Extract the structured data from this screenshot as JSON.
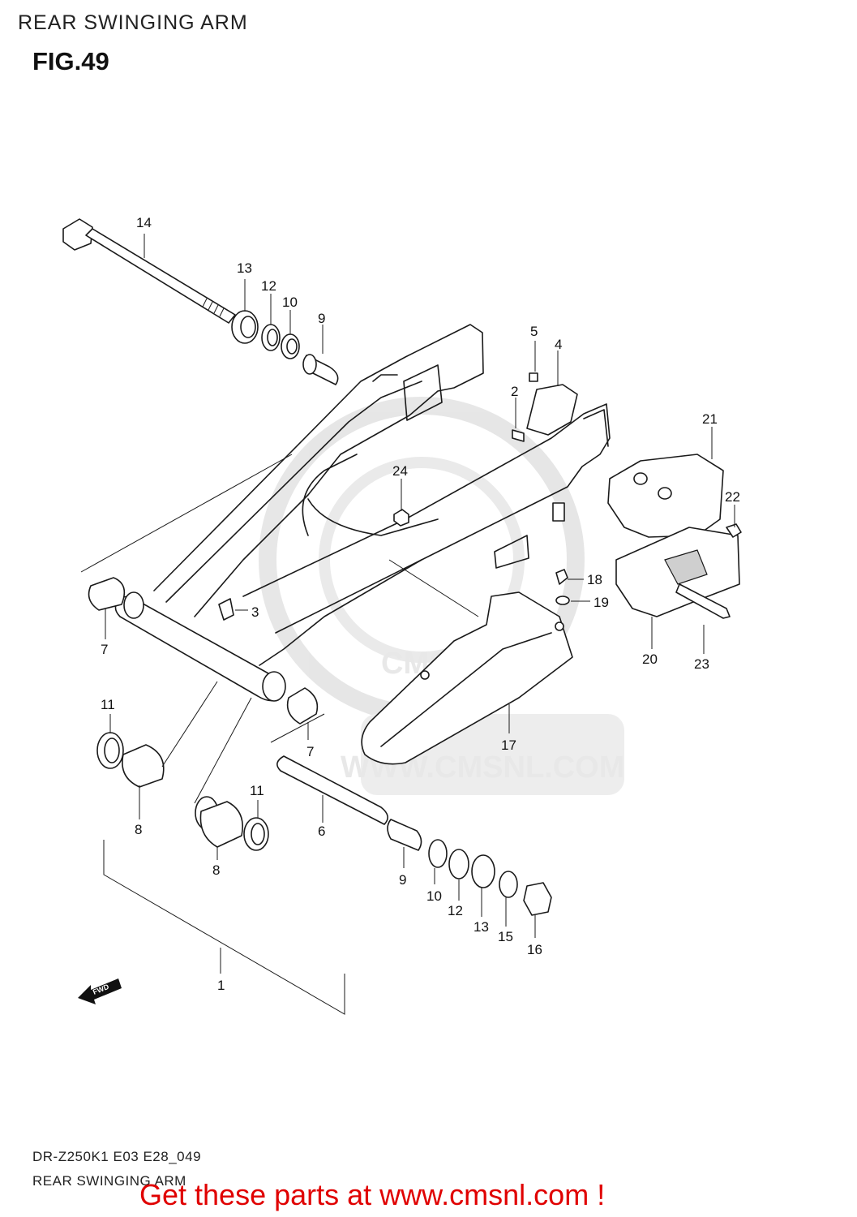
{
  "header": {
    "title": "REAR SWINGING ARM",
    "figure": "FIG.49"
  },
  "watermark": {
    "text": "WWW.CMSNL.COM",
    "logo_text": "CMS"
  },
  "fwd_arrow": {
    "label": "FWD"
  },
  "callouts": [
    {
      "id": "c1",
      "label": "1"
    },
    {
      "id": "c2",
      "label": "2"
    },
    {
      "id": "c3",
      "label": "3"
    },
    {
      "id": "c4",
      "label": "4"
    },
    {
      "id": "c5",
      "label": "5"
    },
    {
      "id": "c6",
      "label": "6"
    },
    {
      "id": "c7a",
      "label": "7"
    },
    {
      "id": "c7b",
      "label": "7"
    },
    {
      "id": "c8a",
      "label": "8"
    },
    {
      "id": "c8b",
      "label": "8"
    },
    {
      "id": "c9a",
      "label": "9"
    },
    {
      "id": "c9b",
      "label": "9"
    },
    {
      "id": "c10a",
      "label": "10"
    },
    {
      "id": "c10b",
      "label": "10"
    },
    {
      "id": "c11a",
      "label": "11"
    },
    {
      "id": "c11b",
      "label": "11"
    },
    {
      "id": "c12a",
      "label": "12"
    },
    {
      "id": "c12b",
      "label": "12"
    },
    {
      "id": "c13a",
      "label": "13"
    },
    {
      "id": "c13b",
      "label": "13"
    },
    {
      "id": "c14",
      "label": "14"
    },
    {
      "id": "c15",
      "label": "15"
    },
    {
      "id": "c16",
      "label": "16"
    },
    {
      "id": "c17",
      "label": "17"
    },
    {
      "id": "c18",
      "label": "18"
    },
    {
      "id": "c19",
      "label": "19"
    },
    {
      "id": "c20",
      "label": "20"
    },
    {
      "id": "c21",
      "label": "21"
    },
    {
      "id": "c22",
      "label": "22"
    },
    {
      "id": "c23",
      "label": "23"
    },
    {
      "id": "c24",
      "label": "24"
    }
  ],
  "footer": {
    "code": "DR-Z250K1 E03 E28_049",
    "title": "REAR SWINGING ARM",
    "promo": "Get these parts at www.cmsnl.com !"
  }
}
